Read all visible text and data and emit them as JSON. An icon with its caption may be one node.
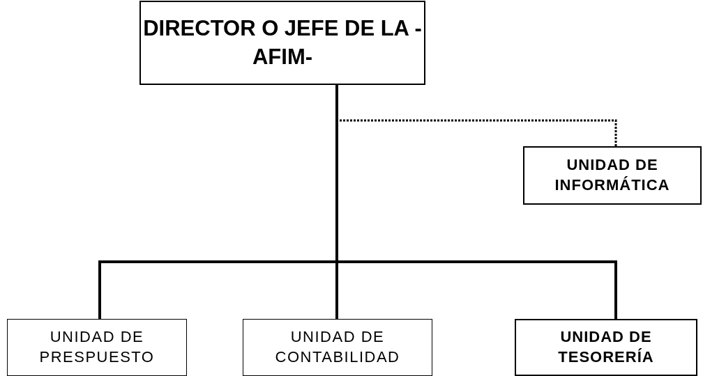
{
  "diagram": {
    "nodes": [
      {
        "text": [
          "DIRECTOR O JEFE DE LA -AFIM-"
        ]
      },
      {
        "text": [
          "UNIDAD DE INFORMÁTICA"
        ]
      },
      {
        "text": [
          "UNIDAD DE PRESPUESTO"
        ]
      },
      {
        "text": [
          "UNIDAD DE CONTABILIDAD"
        ]
      },
      {
        "text": [
          "UNIDAD DE TESORERÍA"
        ]
      }
    ],
    "edges": [
      {
        "from": 0,
        "to": 1,
        "arrow": "none",
        "style": "dashed"
      },
      {
        "from": 0,
        "to": 2,
        "arrow": "none"
      },
      {
        "from": 0,
        "to": 3,
        "arrow": "none"
      },
      {
        "from": 0,
        "to": 4,
        "arrow": "none"
      }
    ]
  }
}
